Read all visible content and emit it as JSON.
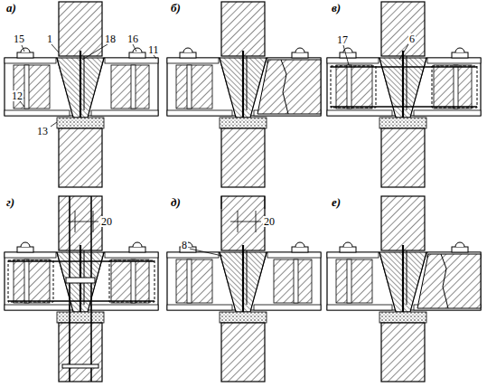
{
  "diagram": {
    "labels": [
      "а)",
      "15",
      "1",
      "18",
      "16",
      "11",
      "12",
      "13",
      "б)",
      "в)",
      "17",
      "6",
      "г)",
      "20",
      "д)",
      "20",
      "8",
      "е)"
    ]
  }
}
